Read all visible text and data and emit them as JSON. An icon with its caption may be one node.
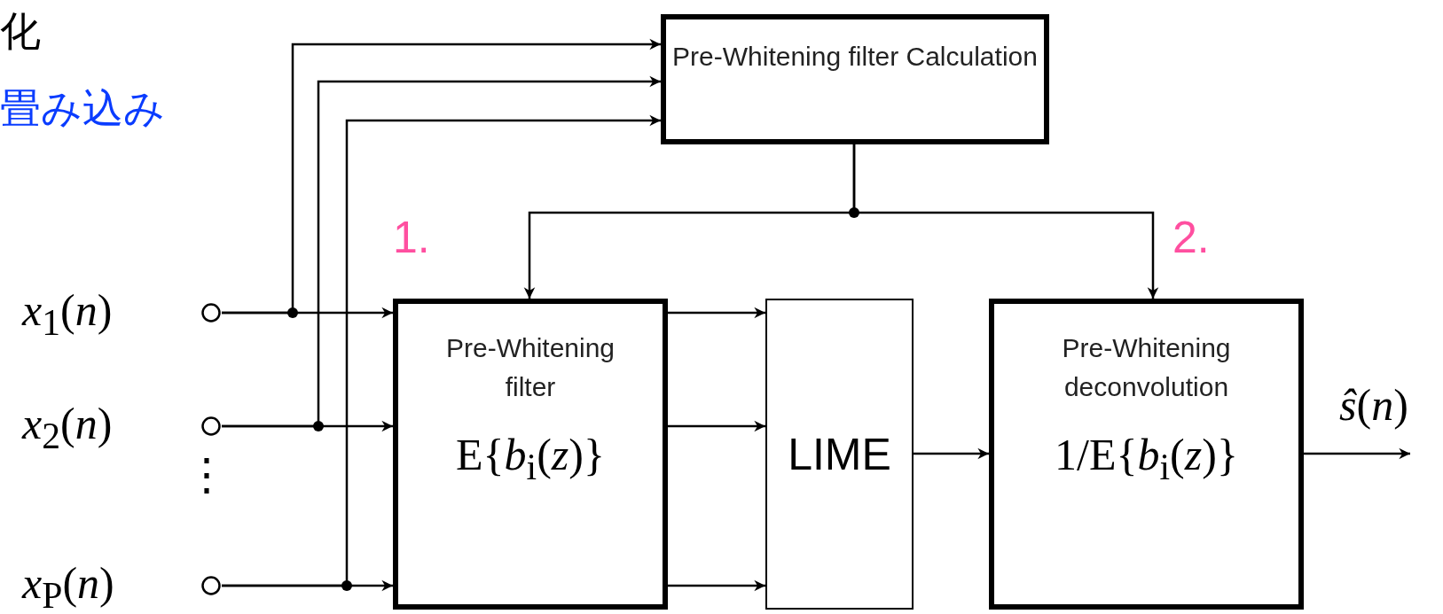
{
  "diagram": {
    "nodes": [
      {
        "text": [
          "Pre-Whitening filter Calculation"
        ]
      },
      {
        "text": [
          "*x*$_{1}$(*n*)"
        ]
      },
      {
        "text": [
          "*x*$_{2}$(*n*)"
        ]
      },
      {
        "text": [
          "*x*$_{P}$(*n*)"
        ]
      },
      {
        "text": [
          "Pre-Whitening filter",
          "E{*b*$_{i}$(*z*)}"
        ]
      },
      {
        "text": [
          "LIME"
        ]
      },
      {
        "text": [
          "Pre-Whitening deconvolution",
          "1/E{*b*$_{i}$(*z*)}"
        ]
      }
    ],
    "edges": [
      {
        "from": 1,
        "to": 4,
        "arrow": "to"
      },
      {
        "from": 2,
        "to": 4,
        "arrow": "to"
      },
      {
        "from": 3,
        "to": 4,
        "arrow": "to"
      },
      {
        "from": 1,
        "to": 0,
        "arrow": "to"
      },
      {
        "from": 2,
        "to": 0,
        "arrow": "to"
      },
      {
        "from": 3,
        "to": 0,
        "arrow": "to"
      },
      {
        "from": 0,
        "to": 4,
        "arrow": "to"
      },
      {
        "from": 0,
        "to": 6,
        "arrow": "to"
      },
      {
        "from": 4,
        "to": 5,
        "arrow": "to"
      },
      {
        "from": 4,
        "to": 5,
        "arrow": "to"
      },
      {
        "from": 4,
        "to": 5,
        "arrow": "to"
      },
      {
        "from": 5,
        "to": 6,
        "arrow": "to"
      },
      {
        "from": 6,
        "to": null,
        "arrow": "to",
        "label": "*ŝ*(*n*)"
      }
    ],
    "labels": [
      "化",
      "畳み込み",
      "1.",
      "2.",
      "⋮"
    ]
  }
}
